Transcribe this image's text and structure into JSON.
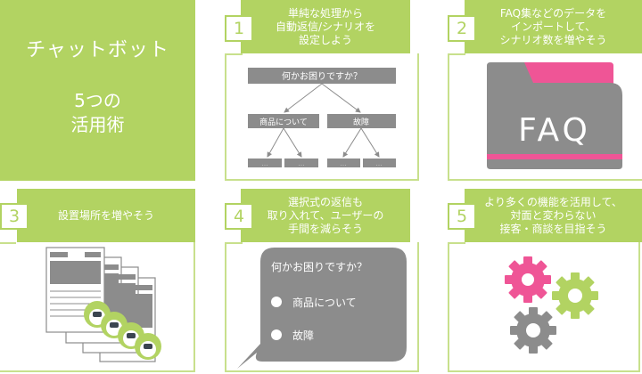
{
  "title": {
    "line1": "チャットボット",
    "line2": "5つの",
    "line3": "活用術"
  },
  "colors": {
    "green": "#b2d362",
    "light_green_border": "#c8e08c",
    "gray": "#8c8c8c",
    "pink": "#ef5596",
    "white": "#ffffff"
  },
  "cards": [
    {
      "number": "1",
      "heading": [
        "単純な処理から",
        "自動返信/シナリオを",
        "設定しよう"
      ],
      "illustration": "decision-tree",
      "tree": {
        "root": "何かお困りですか？",
        "branches": [
          "商品について",
          "故障"
        ],
        "leaves": [
          "…",
          "…",
          "…",
          "…"
        ]
      }
    },
    {
      "number": "2",
      "heading": [
        "FAQ集などのデータを",
        "インポートして、",
        "シナリオ数を増やそう"
      ],
      "illustration": "faq-folder",
      "folder_label": "FAQ"
    },
    {
      "number": "3",
      "heading": [
        "設置場所を増やそう"
      ],
      "illustration": "documents-with-chatbots"
    },
    {
      "number": "4",
      "heading": [
        "選択式の返信も",
        "取り入れて、ユーザーの",
        "手間を減らそう"
      ],
      "illustration": "chat-bubble-options",
      "bubble": {
        "question": "何かお困りですか？",
        "options": [
          "商品について",
          "故障"
        ]
      }
    },
    {
      "number": "5",
      "heading": [
        "より多くの機能を活用して、",
        "対面と変わらない",
        "接客・商談を目指そう"
      ],
      "illustration": "gears"
    }
  ]
}
